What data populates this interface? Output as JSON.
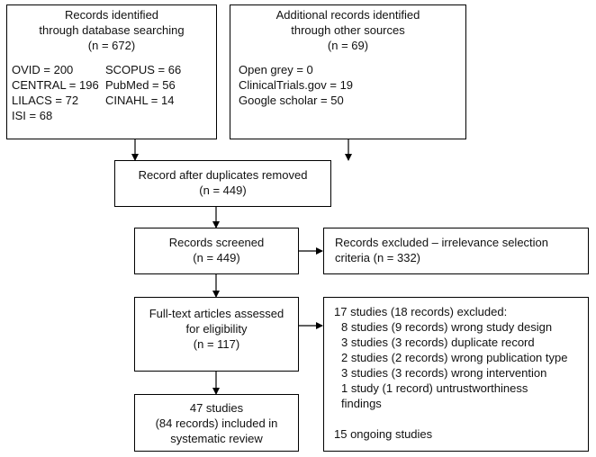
{
  "db_search": {
    "title_line1": "Records identified",
    "title_line2": "through database searching",
    "count": "(n = 672)",
    "sources_left": [
      "OVID = 200",
      "CENTRAL = 196",
      "LILACS = 72",
      "ISI = 68"
    ],
    "sources_right": [
      "SCOPUS = 66",
      "PubMed = 56",
      "CINAHL = 14"
    ]
  },
  "other_sources": {
    "title_line1": "Additional records identified",
    "title_line2": "through other sources",
    "count": "(n = 69)",
    "sources": [
      "Open grey = 0",
      "ClinicalTrials.gov = 19",
      "Google scholar = 50"
    ]
  },
  "dedup": {
    "title": "Record after duplicates removed",
    "count": "(n = 449)"
  },
  "screened": {
    "title": "Records screened",
    "count": "(n = 449)"
  },
  "excluded": {
    "line1": "Records excluded – irrelevance selection",
    "line2": "criteria (n = 332)"
  },
  "fulltext": {
    "line1": "Full-text articles assessed",
    "line2": "for eligibility",
    "count": "(n = 117)"
  },
  "fulltext_excluded": {
    "header": "17 studies (18 records) excluded:",
    "items": [
      "8 studies (9 records) wrong study design",
      "3 studies (3 records) duplicate record",
      "2 studies (2 records) wrong publication type",
      "3 studies (3 records) wrong intervention",
      "1 study (1 record) untrustworthiness",
      "findings"
    ],
    "ongoing": "15 ongoing studies"
  },
  "included": {
    "line1": "47 studies",
    "line2": "(84 records) included in",
    "line3": "systematic review"
  }
}
